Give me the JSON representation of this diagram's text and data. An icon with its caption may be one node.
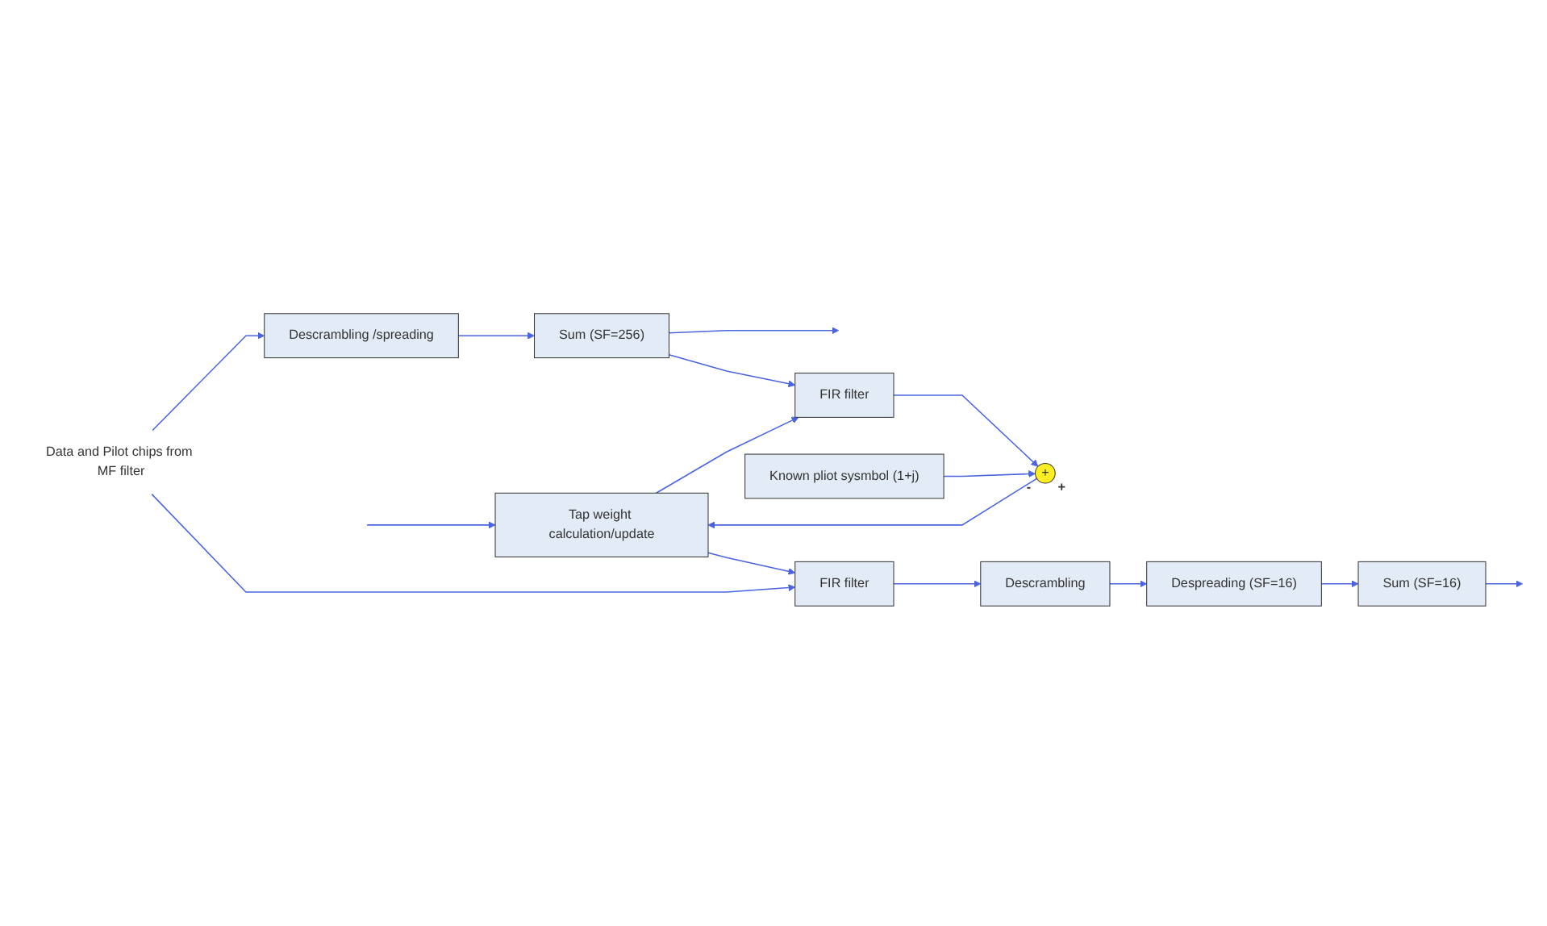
{
  "diagram": {
    "nodes": [
      {
        "text": [
          "Descrambling /spreading"
        ]
      },
      {
        "text": [
          "Sum (SF=256)"
        ]
      },
      {
        "text": [
          "FIR filter"
        ]
      },
      {
        "text": [
          "+"
        ],
        "beside": [
          "-",
          "+"
        ]
      },
      {
        "text": [
          "Known pliot sysmbol (1+j)"
        ]
      },
      {
        "text": [
          "Tap weight calculation/update"
        ]
      },
      {
        "text": [
          "FIR filter"
        ]
      },
      {
        "text": [
          "Data and Pilot chips from MF filter"
        ]
      },
      {
        "text": [
          "Descrambling"
        ]
      },
      {
        "text": [
          "Despreading (SF=16)"
        ]
      },
      {
        "text": [
          "Sum (SF=16)"
        ]
      }
    ],
    "edges": [
      {
        "from": 7,
        "to": 0,
        "arrow": "to"
      },
      {
        "from": 0,
        "to": 1,
        "arrow": "to"
      },
      {
        "from": 1,
        "to": 2,
        "arrow": "to"
      },
      {
        "from": 1,
        "to": null,
        "arrow": "to"
      },
      {
        "from": 2,
        "to": 3,
        "arrow": "to"
      },
      {
        "from": 4,
        "to": 3,
        "arrow": "to"
      },
      {
        "from": 3,
        "to": 5,
        "arrow": "to"
      },
      {
        "from": null,
        "to": 5,
        "arrow": "to"
      },
      {
        "from": 5,
        "to": 2,
        "arrow": "to"
      },
      {
        "from": 5,
        "to": 6,
        "arrow": "to"
      },
      {
        "from": 7,
        "to": 6,
        "arrow": "to"
      },
      {
        "from": 6,
        "to": 8,
        "arrow": "to"
      },
      {
        "from": 8,
        "to": 9,
        "arrow": "to"
      },
      {
        "from": 9,
        "to": 10,
        "arrow": "to"
      },
      {
        "from": 10,
        "to": null,
        "arrow": "to"
      }
    ]
  }
}
